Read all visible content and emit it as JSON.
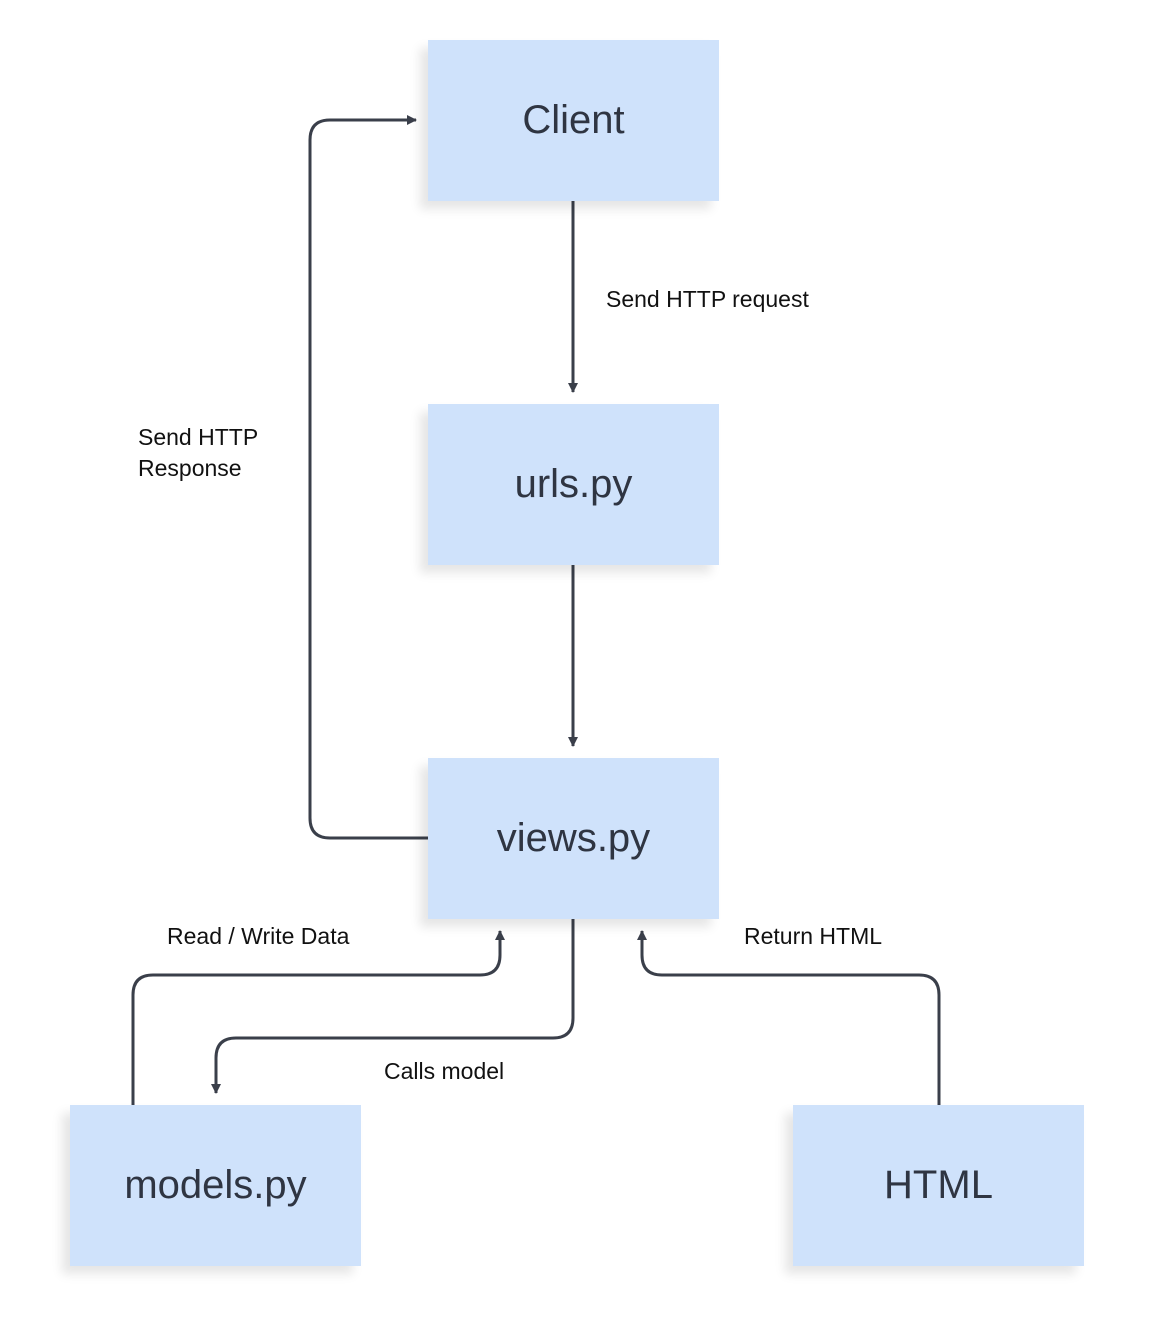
{
  "nodes": {
    "client": "Client",
    "urls": "urls.py",
    "views": "views.py",
    "models": "models.py",
    "html": "HTML"
  },
  "edges": {
    "send_request": "Send HTTP request",
    "send_response_line1": "Send HTTP",
    "send_response_line2": "Response",
    "read_write": "Read / Write Data",
    "calls_model": "Calls model",
    "return_html": "Return HTML"
  },
  "colors": {
    "node_fill": "#cfe2fb",
    "line": "#3a3f4a"
  }
}
